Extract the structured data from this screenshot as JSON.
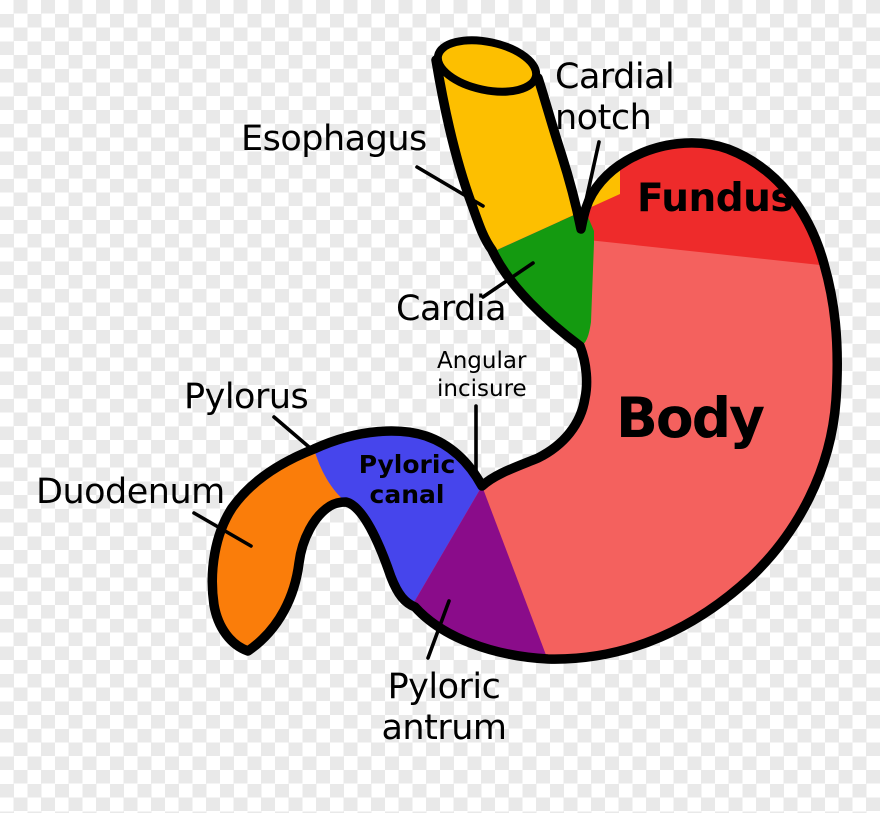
{
  "diagram": {
    "subject": "Regions of the human stomach",
    "labels": {
      "esophagus": "Esophagus",
      "cardial_notch": "Cardial\nnotch",
      "fundus": "Fundus",
      "cardia": "Cardia",
      "angular_incisure": "Angular\nincisure",
      "body": "Body",
      "pylorus": "Pylorus",
      "duodenum": "Duodenum",
      "pyloric_canal": "Pyloric\ncanal",
      "pyloric_antrum": "Pyloric\nantrum"
    },
    "colors": {
      "esophagus_yellow": "#fdbf00",
      "cardia_green": "#149a10",
      "fundus_red": "#ee2b2b",
      "body_red": "#f4615e",
      "pyloric_canal_blue": "#4645ec",
      "pyloric_antrum_purple": "#8a0c8a",
      "duodenum_orange": "#fa7d0a",
      "outline_black": "#000000",
      "checker_gray": "#e9e9e9",
      "checker_white": "#ffffff"
    }
  }
}
